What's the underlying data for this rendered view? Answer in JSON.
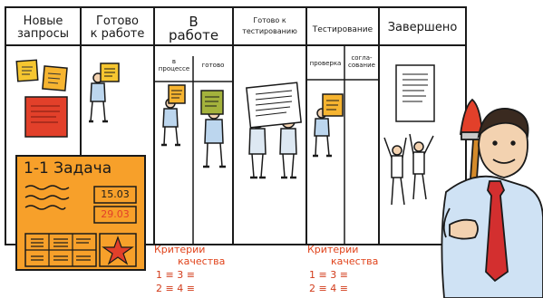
{
  "columns": [
    {
      "title_1": "Новые",
      "title_2": "запросы"
    },
    {
      "title_1": "Готово",
      "title_2": "к работе"
    },
    {
      "title_1": "В",
      "title_2": "работе",
      "subs": [
        "в процессе",
        "готово"
      ]
    },
    {
      "title_1": "Готово к",
      "title_2": "тестированию"
    },
    {
      "title_1": "Тестирование",
      "subs": [
        "проверка",
        "согла-сование"
      ]
    },
    {
      "title_1": "Завершено"
    }
  ],
  "task_card": {
    "title": "1-1 Задача",
    "date_start": "15.03",
    "date_end": "29.03"
  },
  "criteria": [
    {
      "title_1": "Критерии",
      "title_2": "качества",
      "row_1": "1 ≡ 3 ≡",
      "row_2": "2 ≡ 4 ≡"
    },
    {
      "title_1": "Критерии",
      "title_2": "качества",
      "row_1": "1 ≡ 3 ≡",
      "row_2": "2 ≡ 4 ≡"
    }
  ],
  "colors": {
    "card_orange": "#f7a02a",
    "sticky_yellow": "#f6c630",
    "sticky_red": "#e2402a",
    "criteria_red": "#e0431b",
    "tie_red": "#d32f2f",
    "shirt_blue": "#cfe2f4"
  }
}
